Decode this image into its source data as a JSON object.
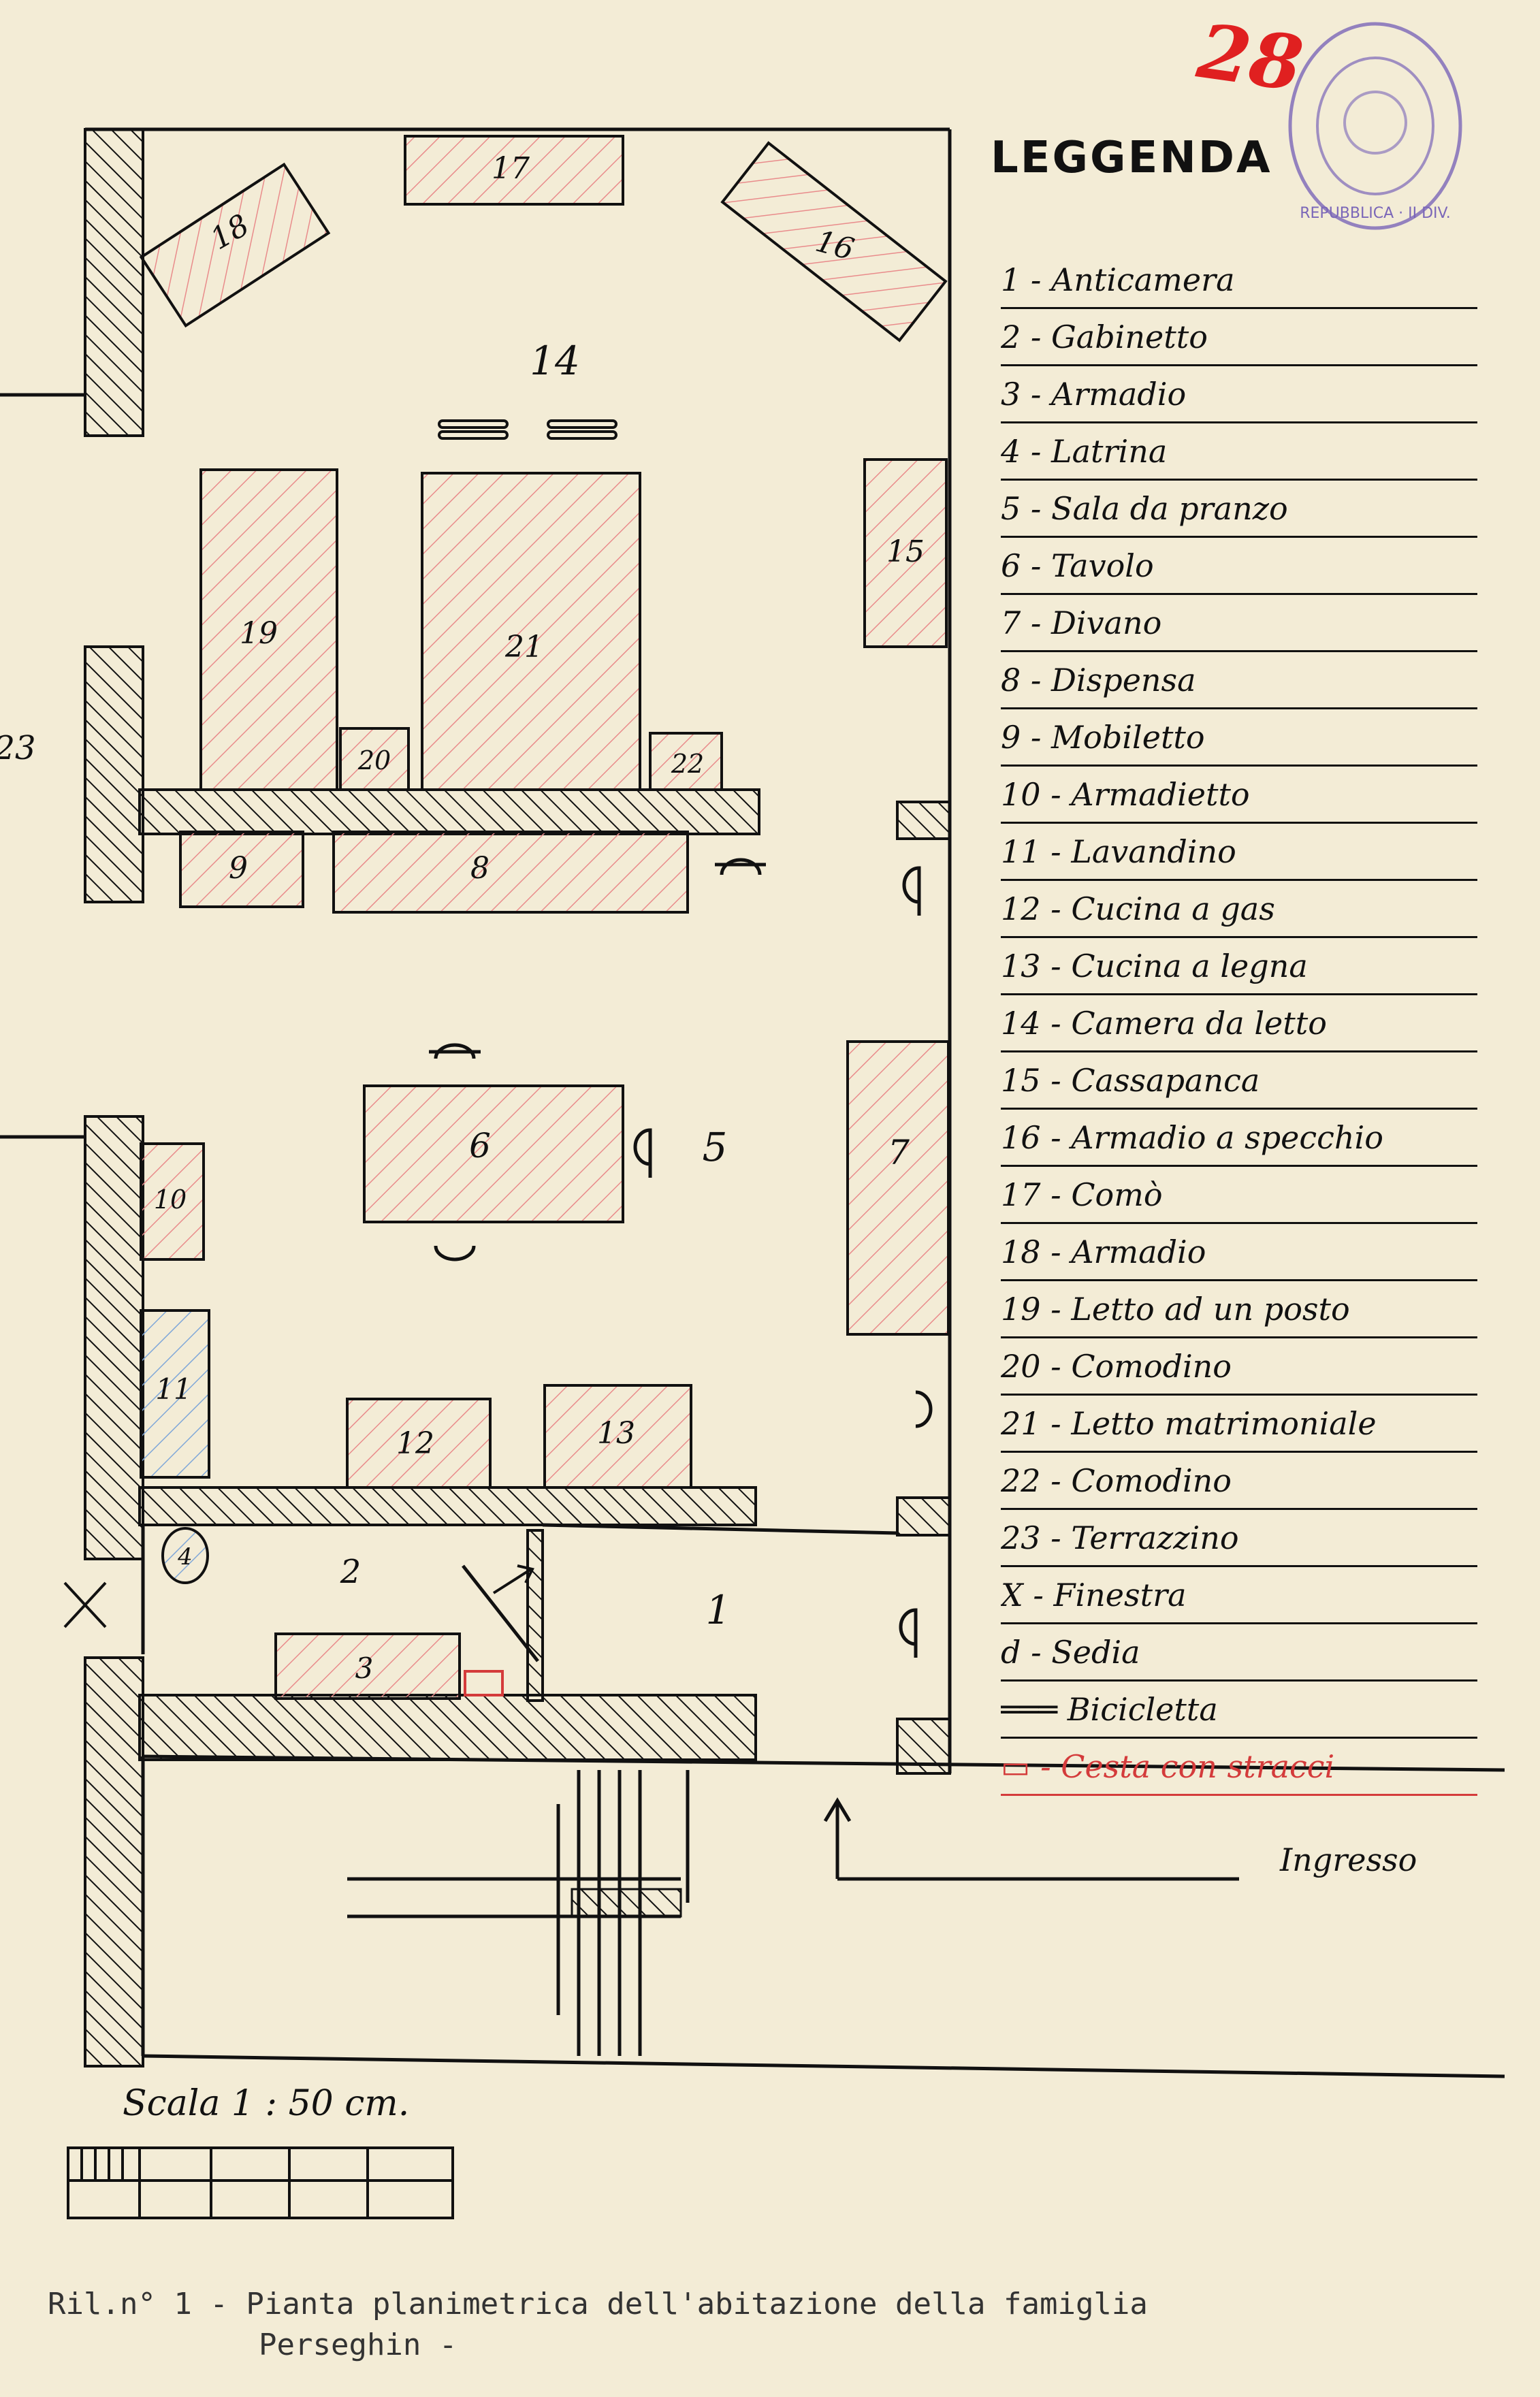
{
  "stamp": {
    "number": "28",
    "seal_text": "REPUBBLICA · II DIV."
  },
  "rooms": {
    "r14": "14",
    "r5": "5",
    "r1": "1",
    "r2": "2",
    "r23": "23"
  },
  "furniture": {
    "f17": "17",
    "f18": "18",
    "f16": "16",
    "f15": "15",
    "f19": "19",
    "f21": "21",
    "f20": "20",
    "f22": "22",
    "f9": "9",
    "f8": "8",
    "f6": "6",
    "f7": "7",
    "f10": "10",
    "f11": "11",
    "f12": "12",
    "f13": "13",
    "f3": "3",
    "f4": "4"
  },
  "legend": {
    "title": "LEGGENDA",
    "items": [
      "1 - Anticamera",
      "2 - Gabinetto",
      "3 - Armadio",
      "4 - Latrina",
      "5 - Sala da pranzo",
      "6 - Tavolo",
      "7 - Divano",
      "8 - Dispensa",
      "9 - Mobiletto",
      "10 - Armadietto",
      "11 - Lavandino",
      "12 - Cucina a gas",
      "13 - Cucina a legna",
      "14 - Camera da letto",
      "15 - Cassapanca",
      "16 - Armadio a specchio",
      "17 - Comò",
      "18 - Armadio",
      "19 - Letto ad un posto",
      "20 - Comodino",
      "21 - Letto matrimoniale",
      "22 - Comodino",
      "23 - Terrazzino",
      "X - Finestra",
      "d - Sedia",
      "═══ Bicicletta",
      "▭ - Cesta con stracci"
    ]
  },
  "entrance_label": "Ingresso",
  "scale_label": "Scala  1 : 50 cm.",
  "caption": {
    "line1": "Ril.n° 1 - Pianta planimetrica dell'abitazione della famiglia",
    "line2": "Perseghin -"
  },
  "colors": {
    "paper": "#f3ecd6",
    "ink": "#111111",
    "pink_hatch": "#e98b8b",
    "blue_hatch": "#7fa7d8",
    "red_ink": "#d43b3b",
    "stamp_violet": "#7a66b8"
  }
}
